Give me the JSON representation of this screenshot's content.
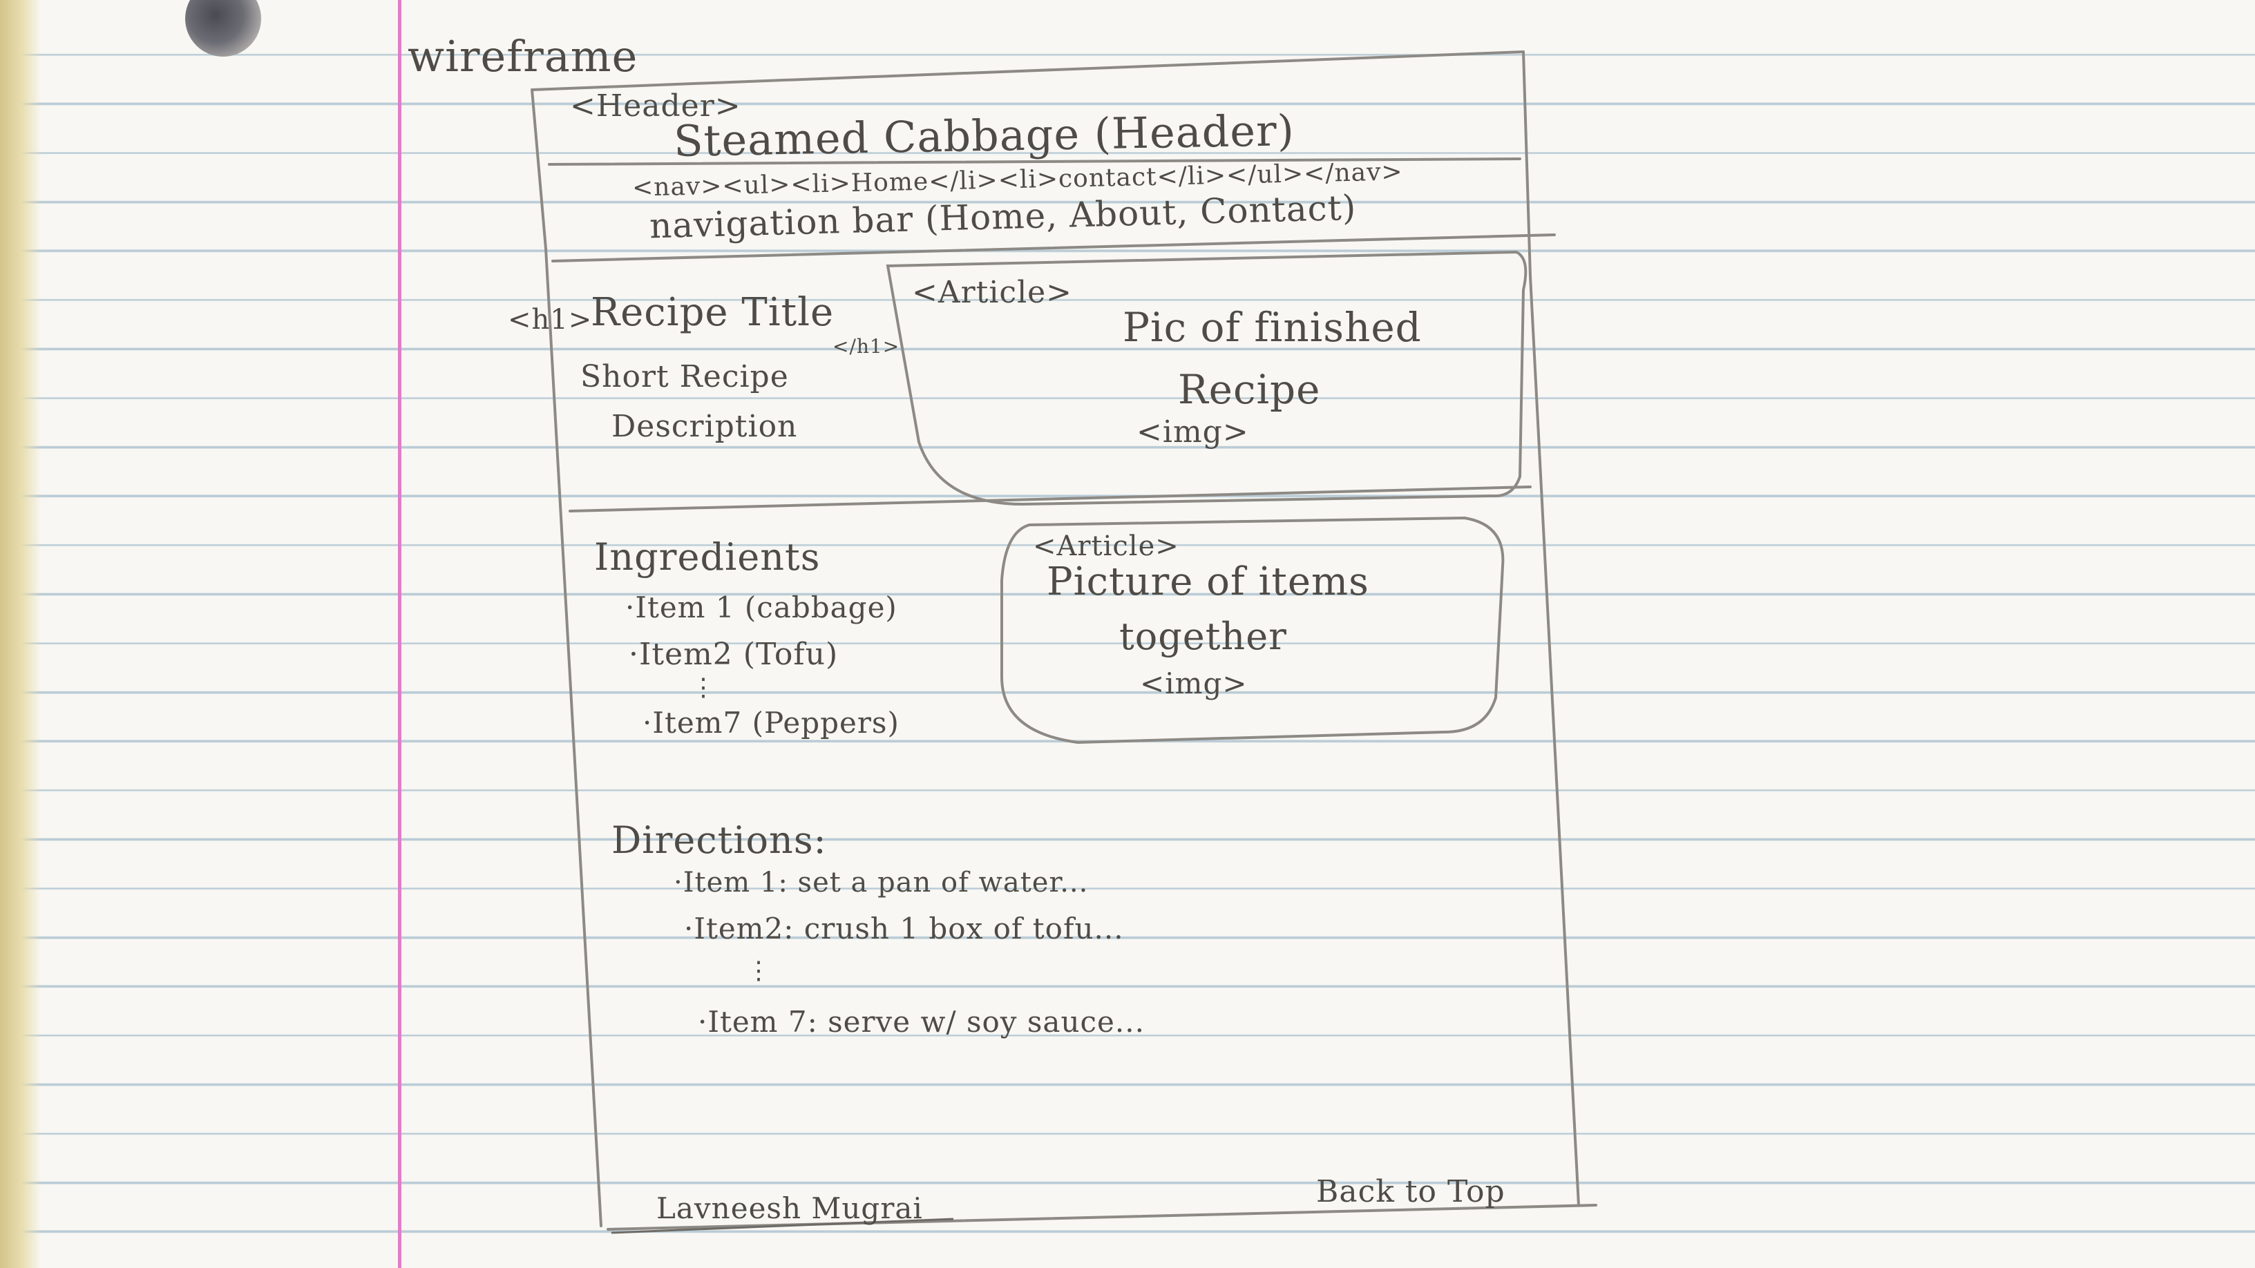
{
  "title": "wireframe",
  "header": {
    "tag": "<Header>",
    "heading": "Steamed Cabbage (Header)"
  },
  "nav": {
    "code": "<nav><ul><li>Home</li><li>contact</li></ul></nav>",
    "label": "navigation bar (Home, About, Contact)"
  },
  "recipe": {
    "title_open": "<h1>",
    "title": "Recipe Title",
    "title_close": "</h1>",
    "desc_line1": "Short Recipe",
    "desc_line2": "Description"
  },
  "article_top": {
    "tag": "<Article>",
    "line1": "Pic of finished",
    "line2": "Recipe",
    "img": "<img>"
  },
  "ingredients": {
    "heading": "Ingredients",
    "items": [
      "·Item 1 (cabbage)",
      "·Item2 (Tofu)",
      "·Item7 (Peppers)"
    ],
    "ellipsis": "⋮"
  },
  "article_bottom": {
    "tag": "<Article>",
    "line1": "Picture of items",
    "line2": "together",
    "img": "<img>"
  },
  "directions": {
    "heading": "Directions:",
    "items": [
      "·Item 1: set a pan of water...",
      "·Item2: crush 1 box of tofu...",
      "·Item 7: serve w/ soy sauce..."
    ],
    "ellipsis": "⋮"
  },
  "footer": {
    "author": "Lavneesh Mugrai",
    "back_to_top": "Back to Top"
  }
}
